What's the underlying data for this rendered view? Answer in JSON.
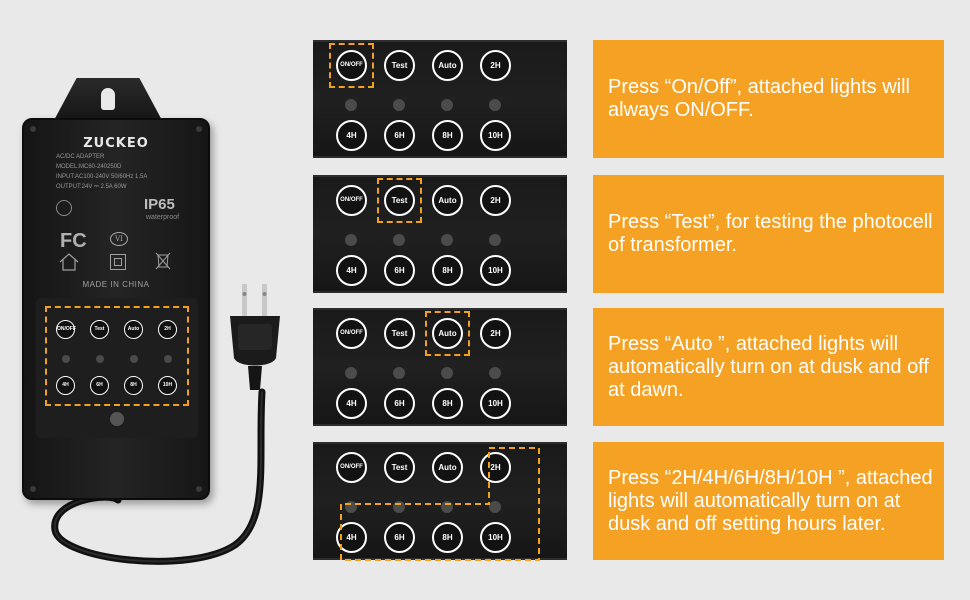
{
  "device": {
    "brand": "ZUCKEO",
    "spec_lines": [
      "AC/DC ADAPTER",
      "MODEL:MC60-240250D",
      "INPUT:AC100-240V  50/60Hz 1.5A",
      "OUTPUT:24V ⎓ 2.5A 60W"
    ],
    "ip_rating": "IP65",
    "waterproof": "waterproof",
    "fc_mark": "FC",
    "vi_mark": "VI",
    "made_in": "MADE IN CHINA",
    "buttons_top": [
      "ON/OFF",
      "Test",
      "Auto",
      "2H"
    ],
    "buttons_bottom": [
      "4H",
      "6H",
      "8H",
      "10H"
    ]
  },
  "panels": [
    {
      "top": [
        "ON/OFF",
        "Test",
        "Auto",
        "2H"
      ],
      "bottom": [
        "4H",
        "6H",
        "8H",
        "10H"
      ],
      "highlight": "ON/OFF",
      "description": "Press “On/Off”, attached lights will always ON/OFF."
    },
    {
      "top": [
        "ON/OFF",
        "Test",
        "Auto",
        "2H"
      ],
      "bottom": [
        "4H",
        "6H",
        "8H",
        "10H"
      ],
      "highlight": "Test",
      "description": "Press “Test”, for testing the photocell of transformer."
    },
    {
      "top": [
        "ON/OFF",
        "Test",
        "Auto",
        "2H"
      ],
      "bottom": [
        "4H",
        "6H",
        "8H",
        "10H"
      ],
      "highlight": "Auto",
      "description": "Press “Auto ”, attached lights will automatically turn on at dusk and off at dawn."
    },
    {
      "top": [
        "ON/OFF",
        "Test",
        "Auto",
        "2H"
      ],
      "bottom": [
        "4H",
        "6H",
        "8H",
        "10H"
      ],
      "highlight": "2H/4H/6H/8H/10H",
      "description": "Press “2H/4H/6H/8H/10H ”, attached lights will automatically turn on at dusk and off setting hours later."
    }
  ],
  "colors": {
    "accent": "#f5a124",
    "dash": "#f2a11e",
    "background": "#e9e9e9"
  }
}
